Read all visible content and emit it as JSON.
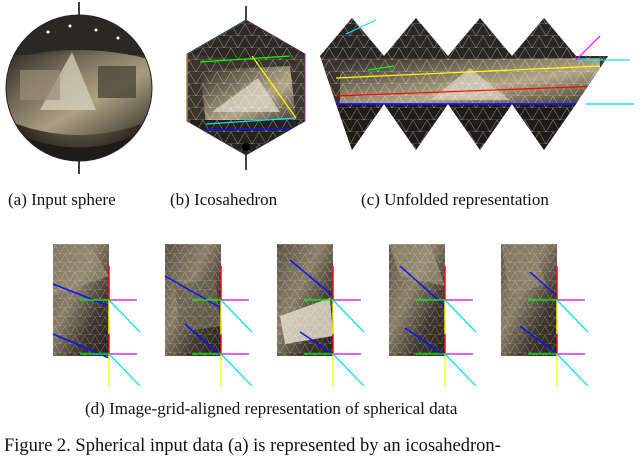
{
  "panels": {
    "a": {
      "caption": "(a) Input sphere"
    },
    "b": {
      "caption": "(b) Icosahedron"
    },
    "c": {
      "caption": "(c) Unfolded representation"
    },
    "d": {
      "caption": "(d) Image-grid-aligned representation of spherical data"
    }
  },
  "figure_caption": "Figure 2. Spherical input data (a) is represented by an icosahedron-",
  "colors": {
    "magenta": "#ff00ff",
    "cyan": "#00e5ff",
    "yellow": "#ffff00",
    "green": "#00ff00",
    "blue": "#1010ff",
    "red": "#ff0000"
  }
}
